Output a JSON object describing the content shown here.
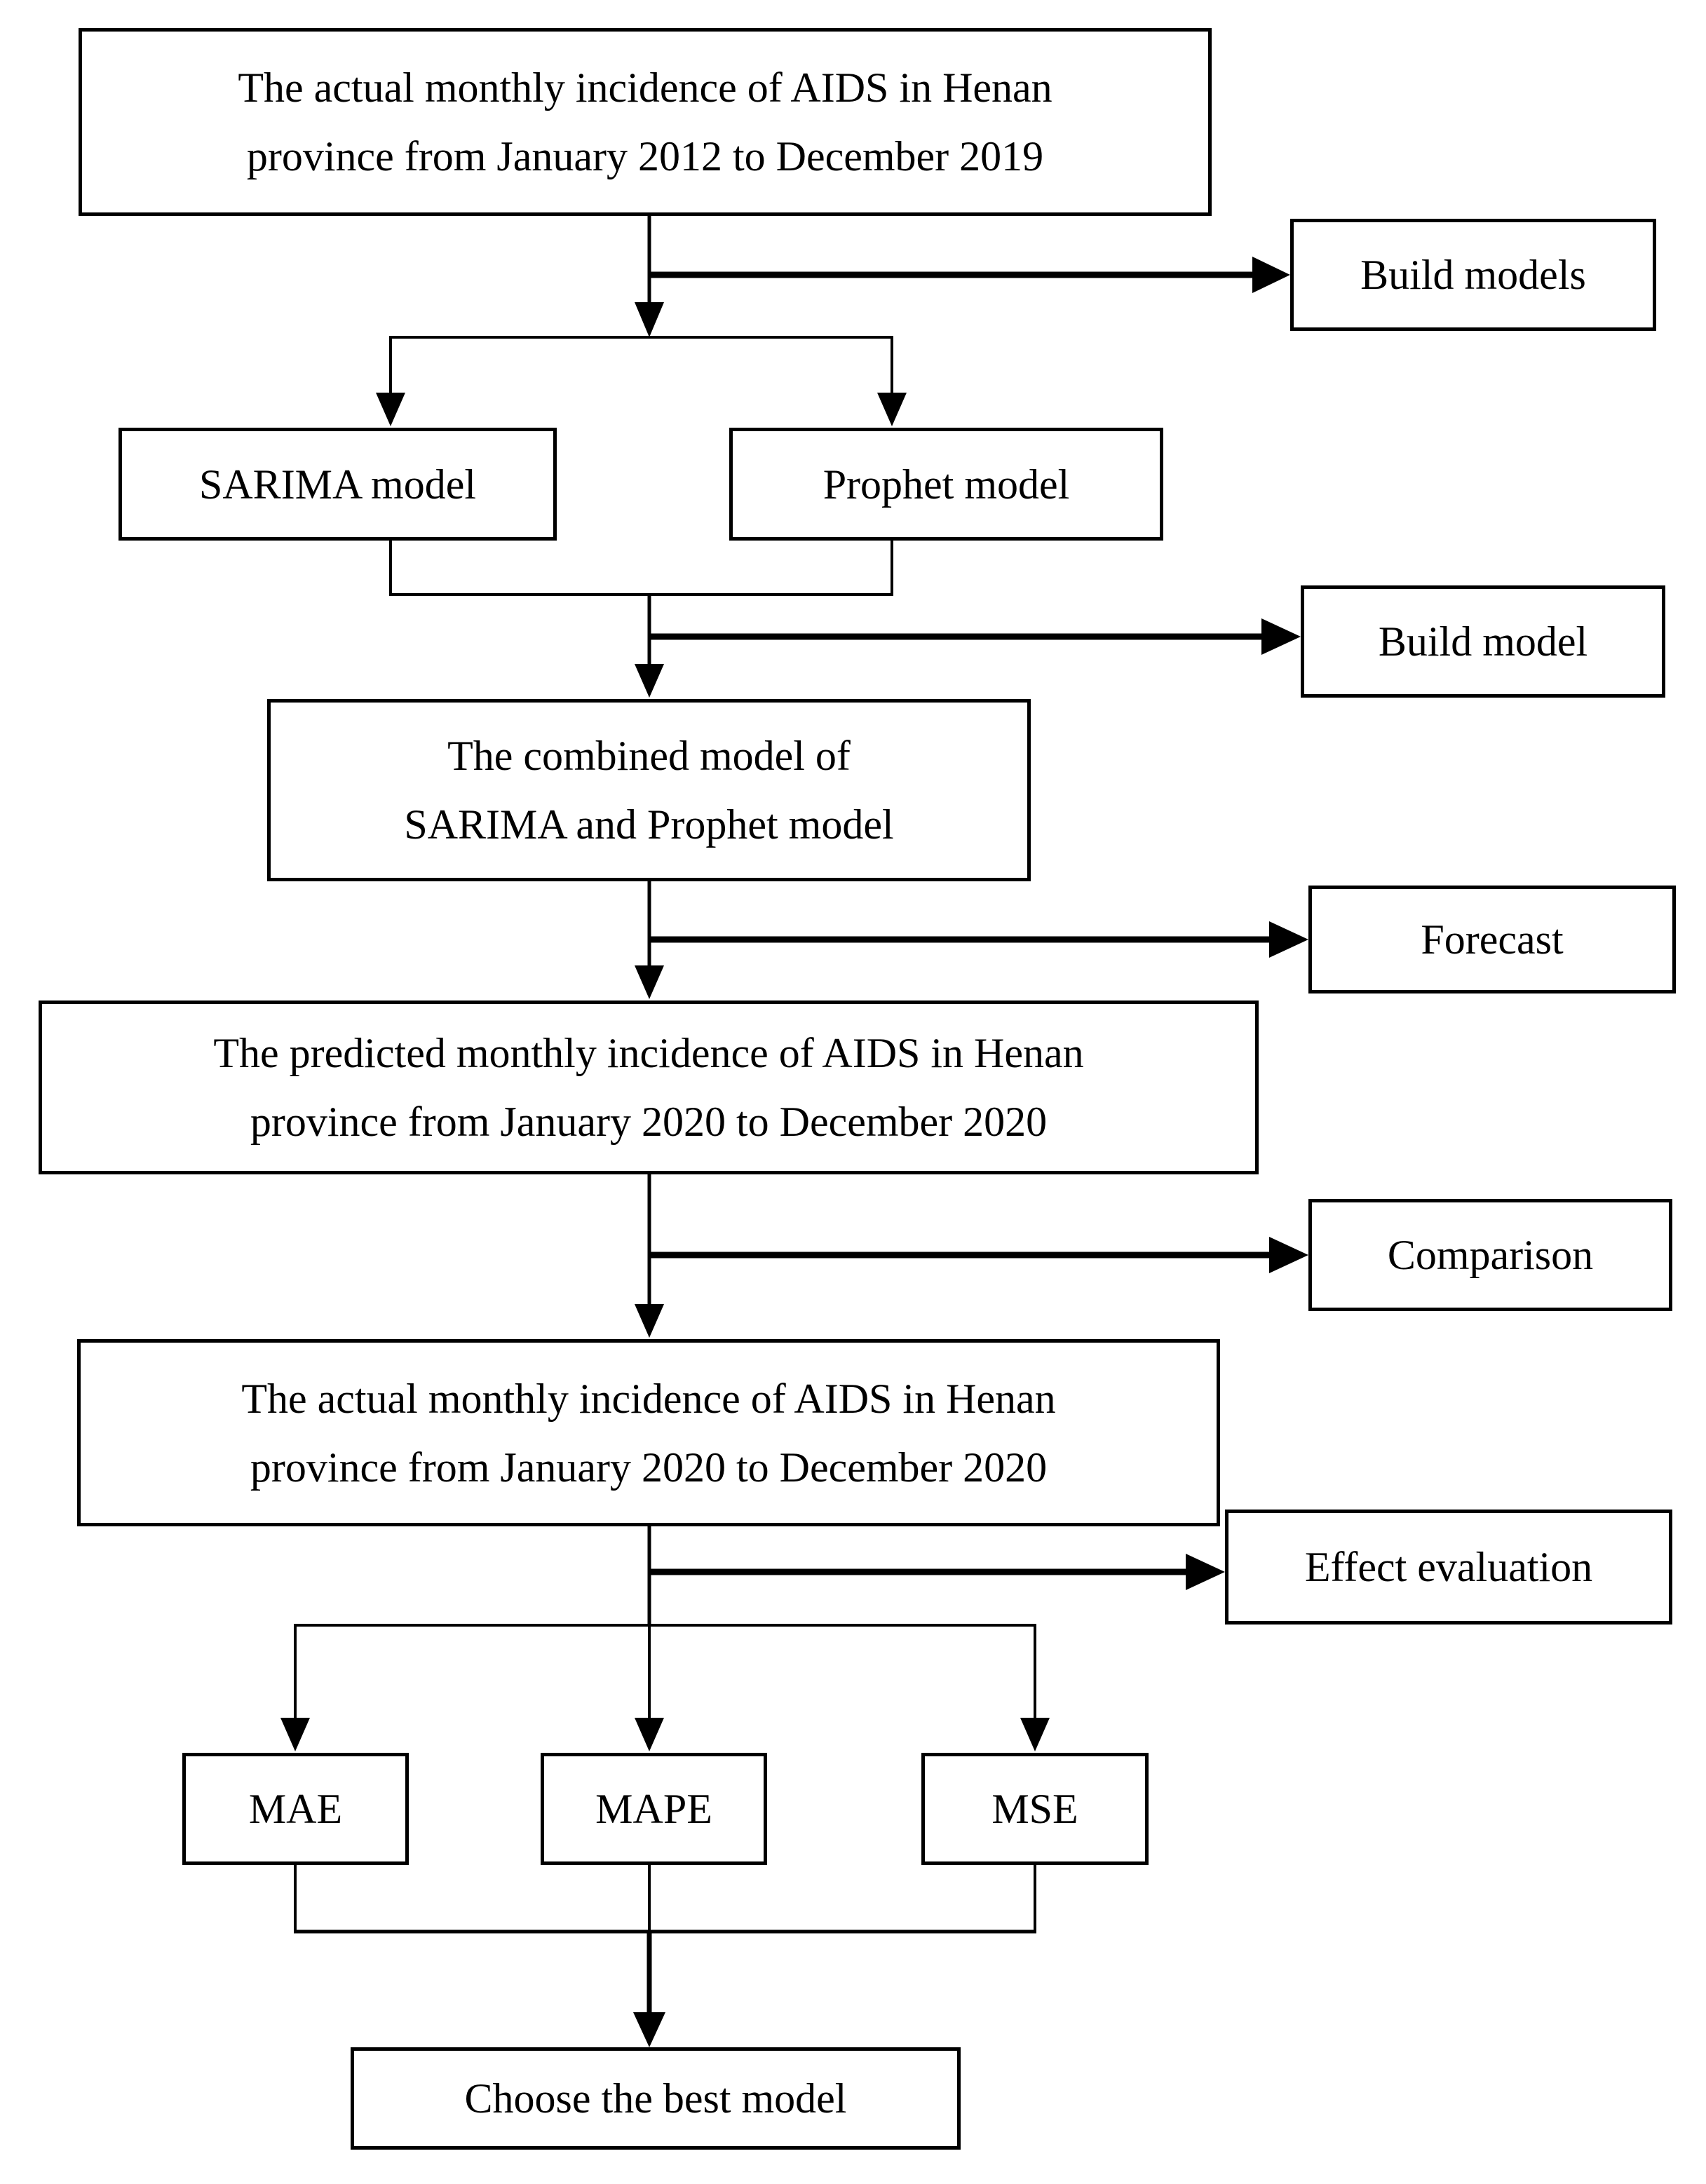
{
  "colors": {
    "background": "#ffffff",
    "line": "#000000",
    "box_border": "#000000",
    "text": "#000000"
  },
  "nodes": {
    "actual_2012": {
      "lines": [
        "The actual monthly incidence of AIDS in Henan",
        "province from January 2012 to December 2019"
      ]
    },
    "build_models": {
      "label": "Build models"
    },
    "sarima": {
      "label": "SARIMA model"
    },
    "prophet": {
      "label": "Prophet model"
    },
    "build_model": {
      "label": "Build model"
    },
    "combined": {
      "lines": [
        "The combined model of",
        "SARIMA and Prophet model"
      ]
    },
    "forecast": {
      "label": "Forecast"
    },
    "predicted_2020": {
      "lines": [
        "The predicted monthly incidence of AIDS in Henan",
        "province from January 2020 to December 2020"
      ]
    },
    "comparison": {
      "label": "Comparison"
    },
    "actual_2020": {
      "lines": [
        "The actual monthly incidence of AIDS in Henan",
        "province from January 2020 to December 2020"
      ]
    },
    "effect_evaluation": {
      "label": "Effect evaluation"
    },
    "mae": {
      "label": "MAE"
    },
    "mape": {
      "label": "MAPE"
    },
    "mse": {
      "label": "MSE"
    },
    "choose_best": {
      "label": "Choose the best model"
    }
  }
}
